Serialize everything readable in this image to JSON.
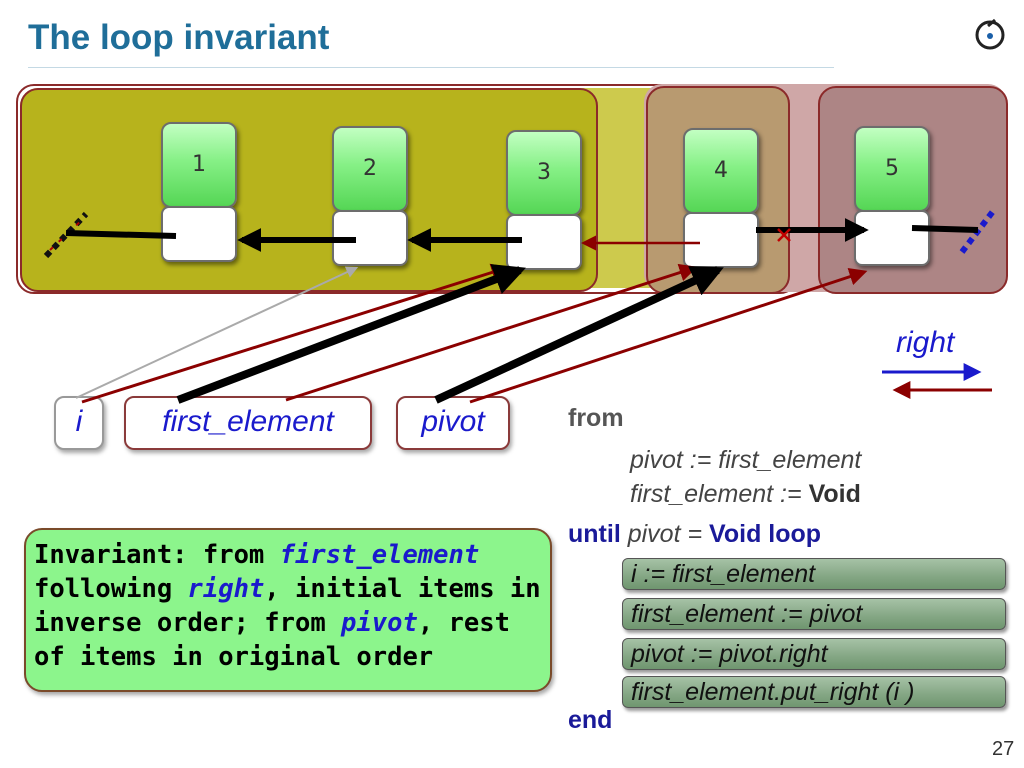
{
  "slide": {
    "title": "The loop invariant",
    "page_number": "27"
  },
  "nodes": [
    {
      "label": "1"
    },
    {
      "label": "2"
    },
    {
      "label": "3"
    },
    {
      "label": "4"
    },
    {
      "label": "5"
    }
  ],
  "labels": {
    "i": "i",
    "first_element": "first_element",
    "pivot": "pivot",
    "right": "right"
  },
  "code": {
    "from": "from",
    "init1": "pivot := first_element",
    "init2_prefix": "first_element := ",
    "init2_void": "Void",
    "until_kw": "until",
    "until_cond": "pivot = ",
    "until_void": "Void",
    "loop_kw": "loop",
    "body": [
      "i := first_element",
      "first_element := pivot",
      "pivot := pivot.right",
      "first_element.put_right (i )"
    ],
    "end": "end"
  },
  "invariant": {
    "p1": "Invariant: from ",
    "h1": "first_element",
    "p2": " following ",
    "h2": "right",
    "p3": ", initial items in inverse order; from ",
    "h3": "pivot",
    "p4": ", rest of items in original order"
  },
  "colors": {
    "title": "#1f6e99",
    "region_left": "#b7b31c",
    "region_mid": "#c9a09f",
    "region_right": "#a87f7f",
    "node_green": "#86f086",
    "arrow_red": "#8b0000",
    "right_blue": "#1a1acc"
  }
}
